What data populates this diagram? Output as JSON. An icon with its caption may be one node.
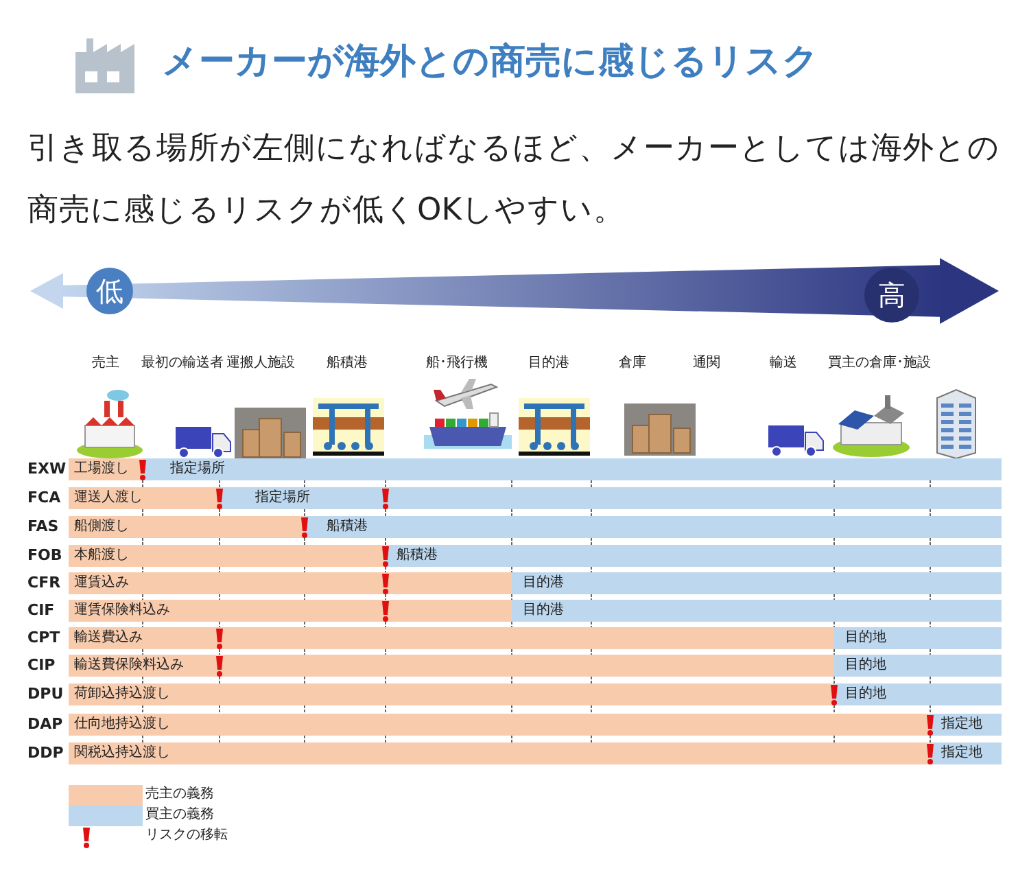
{
  "diagram": {
    "title": "メーカーが海外との商売に感じるリスク",
    "labels": [
      "引き取る場所が左側になればなるほど、メーカーとしては海外との商売に感じるリスクが低くOKしやすい。",
      "低",
      "高",
      "売主",
      "最初の輸送者",
      "運搬人施設",
      "船積港",
      "船･飛行機",
      "目的港",
      "倉庫",
      "通関",
      "輸送",
      "買主の倉庫･施設",
      "EXW",
      "工場渡し",
      "指定場所",
      "FCA",
      "運送人渡し",
      "指定場所",
      "FAS",
      "船側渡し",
      "船積港",
      "FOB",
      "本船渡し",
      "船積港",
      "CFR",
      "運賃込み",
      "目的港",
      "CIF",
      "運賃保険料込み",
      "目的港",
      "CPT",
      "輸送費込み",
      "目的地",
      "CIP",
      "輸送費保険料込み",
      "目的地",
      "DPU",
      "荷卸込持込渡し",
      "目的地",
      "DAP",
      "仕向地持込渡し",
      "指定地",
      "DDP",
      "関税込持込渡し",
      "指定地"
    ],
    "legend": [
      {
        "text": "売主の義務",
        "color": "#f8cbad"
      },
      {
        "text": "買主の義務",
        "color": "#bdd7ee"
      },
      {
        "text": "リスクの移転"
      }
    ]
  }
}
